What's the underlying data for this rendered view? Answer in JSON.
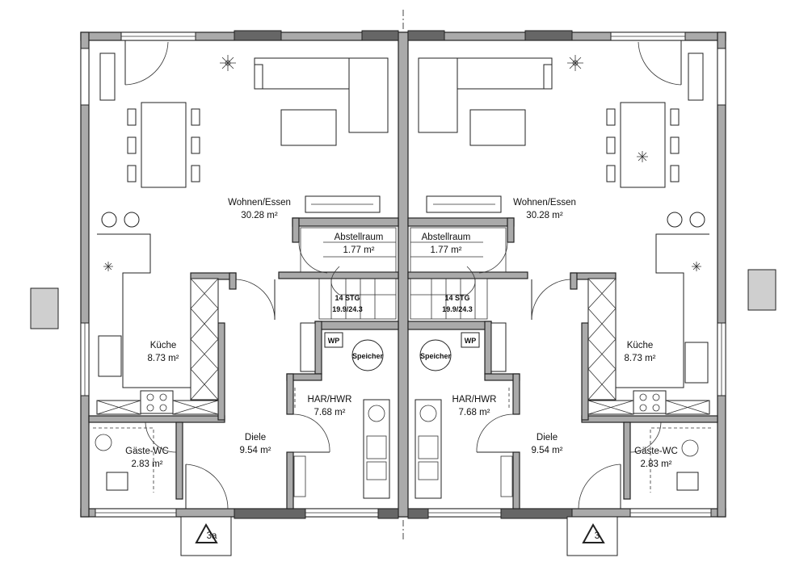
{
  "rooms": {
    "wohnen_left": {
      "name": "Wohnen/Essen",
      "area": "30.28 m²"
    },
    "wohnen_right": {
      "name": "Wohnen/Essen",
      "area": "30.28 m²"
    },
    "abstell_left": {
      "name": "Abstellraum",
      "area": "1.77 m²"
    },
    "abstell_right": {
      "name": "Abstellraum",
      "area": "1.77 m²"
    },
    "kueche_left": {
      "name": "Küche",
      "area": "8.73 m²"
    },
    "kueche_right": {
      "name": "Küche",
      "area": "8.73 m²"
    },
    "har_left": {
      "name": "HAR/HWR",
      "area": "7.68 m²"
    },
    "har_right": {
      "name": "HAR/HWR",
      "area": "7.68 m²"
    },
    "diele_left": {
      "name": "Diele",
      "area": "9.54 m²"
    },
    "diele_right": {
      "name": "Diele",
      "area": "9.54 m²"
    },
    "wc_left": {
      "name": "Gäste-WC",
      "area": "2.83 m²"
    },
    "wc_right": {
      "name": "Gäste-WC",
      "area": "2.83 m²"
    }
  },
  "stairs": {
    "left": {
      "steps": "14  STG",
      "ratio": "19.9/24.3"
    },
    "right": {
      "steps": "14  STG",
      "ratio": "19.9/24.3"
    }
  },
  "labels": {
    "wp": "WP",
    "speicher": "Speicher"
  },
  "entrances": {
    "left": "3a",
    "right": "3"
  },
  "colors": {
    "wall": "#aaaaaa",
    "line": "#222222",
    "background": "#ffffff"
  }
}
